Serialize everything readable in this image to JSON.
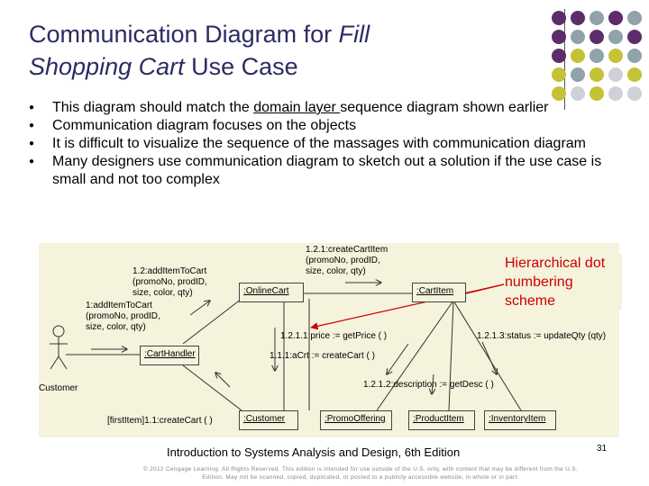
{
  "title": {
    "part1": "Communication Diagram for ",
    "part2": "Fill",
    "part3": "Shopping Cart",
    "part4": " Use Case"
  },
  "bullets": [
    {
      "pre": "This diagram should match the ",
      "underlined": "domain layer ",
      "post": "sequence diagram shown earlier"
    },
    {
      "text": "Communication diagram focuses on the objects"
    },
    {
      "text": "It is difficult to visualize the sequence of the massages with communication diagram"
    },
    {
      "text": "Many designers use communication diagram  to sketch out a solution if the use case is small and not too complex"
    }
  ],
  "diagram": {
    "objects": {
      "online_cart": ":OnlineCart",
      "cart_item": ":CartItem",
      "cart_handler": ":CartHandler",
      "customer_obj": ":Customer",
      "promo_offering": ":PromoOffering",
      "product_item": ":ProductItem",
      "inventory_item": ":InventoryItem"
    },
    "actor": "Customer",
    "messages": {
      "m1": "1:addItemToCart\n(promoNo, prodID,\nsize, color, qty)",
      "m12": "1.2:addItemToCart\n(promoNo, prodID,\nsize, color, qty)",
      "m121": "1.2.1:createCartItem\n(promoNo, prodID,\nsize, color, qty)",
      "m1211": "1.2.1.1:price := getPrice ( )",
      "m113": "1.2.1.3:status := updateQty (qty)",
      "m111": "1.1.1:aCrt := createCart ( )",
      "m1212": "1.2.1.2:description := getDesc ( )",
      "m11": "[firstItem]1.1:createCart ( )"
    },
    "callout": "Hierarchical dot numbering scheme"
  },
  "footer": {
    "text": "Introduction to Systems Analysis and Design, 6th Edition",
    "page": "31",
    "copyright": "© 2012 Cengage Learning. All Rights Reserved. This edition is intended for use outside of the U.S. only, with content that may be different from the U.S. Edition. May not be scanned, copied, duplicated, or posted to a publicly accessible website, in whole or in part."
  },
  "colors": {
    "title": "#2c2c63",
    "dot_purple": "#5c2d6a",
    "dot_gray": "#8fa3a8",
    "dot_yellow": "#c4c236",
    "dot_light": "#d0d0da",
    "diagram_bg": "#f5f3dc",
    "callout": "#cc0000"
  }
}
